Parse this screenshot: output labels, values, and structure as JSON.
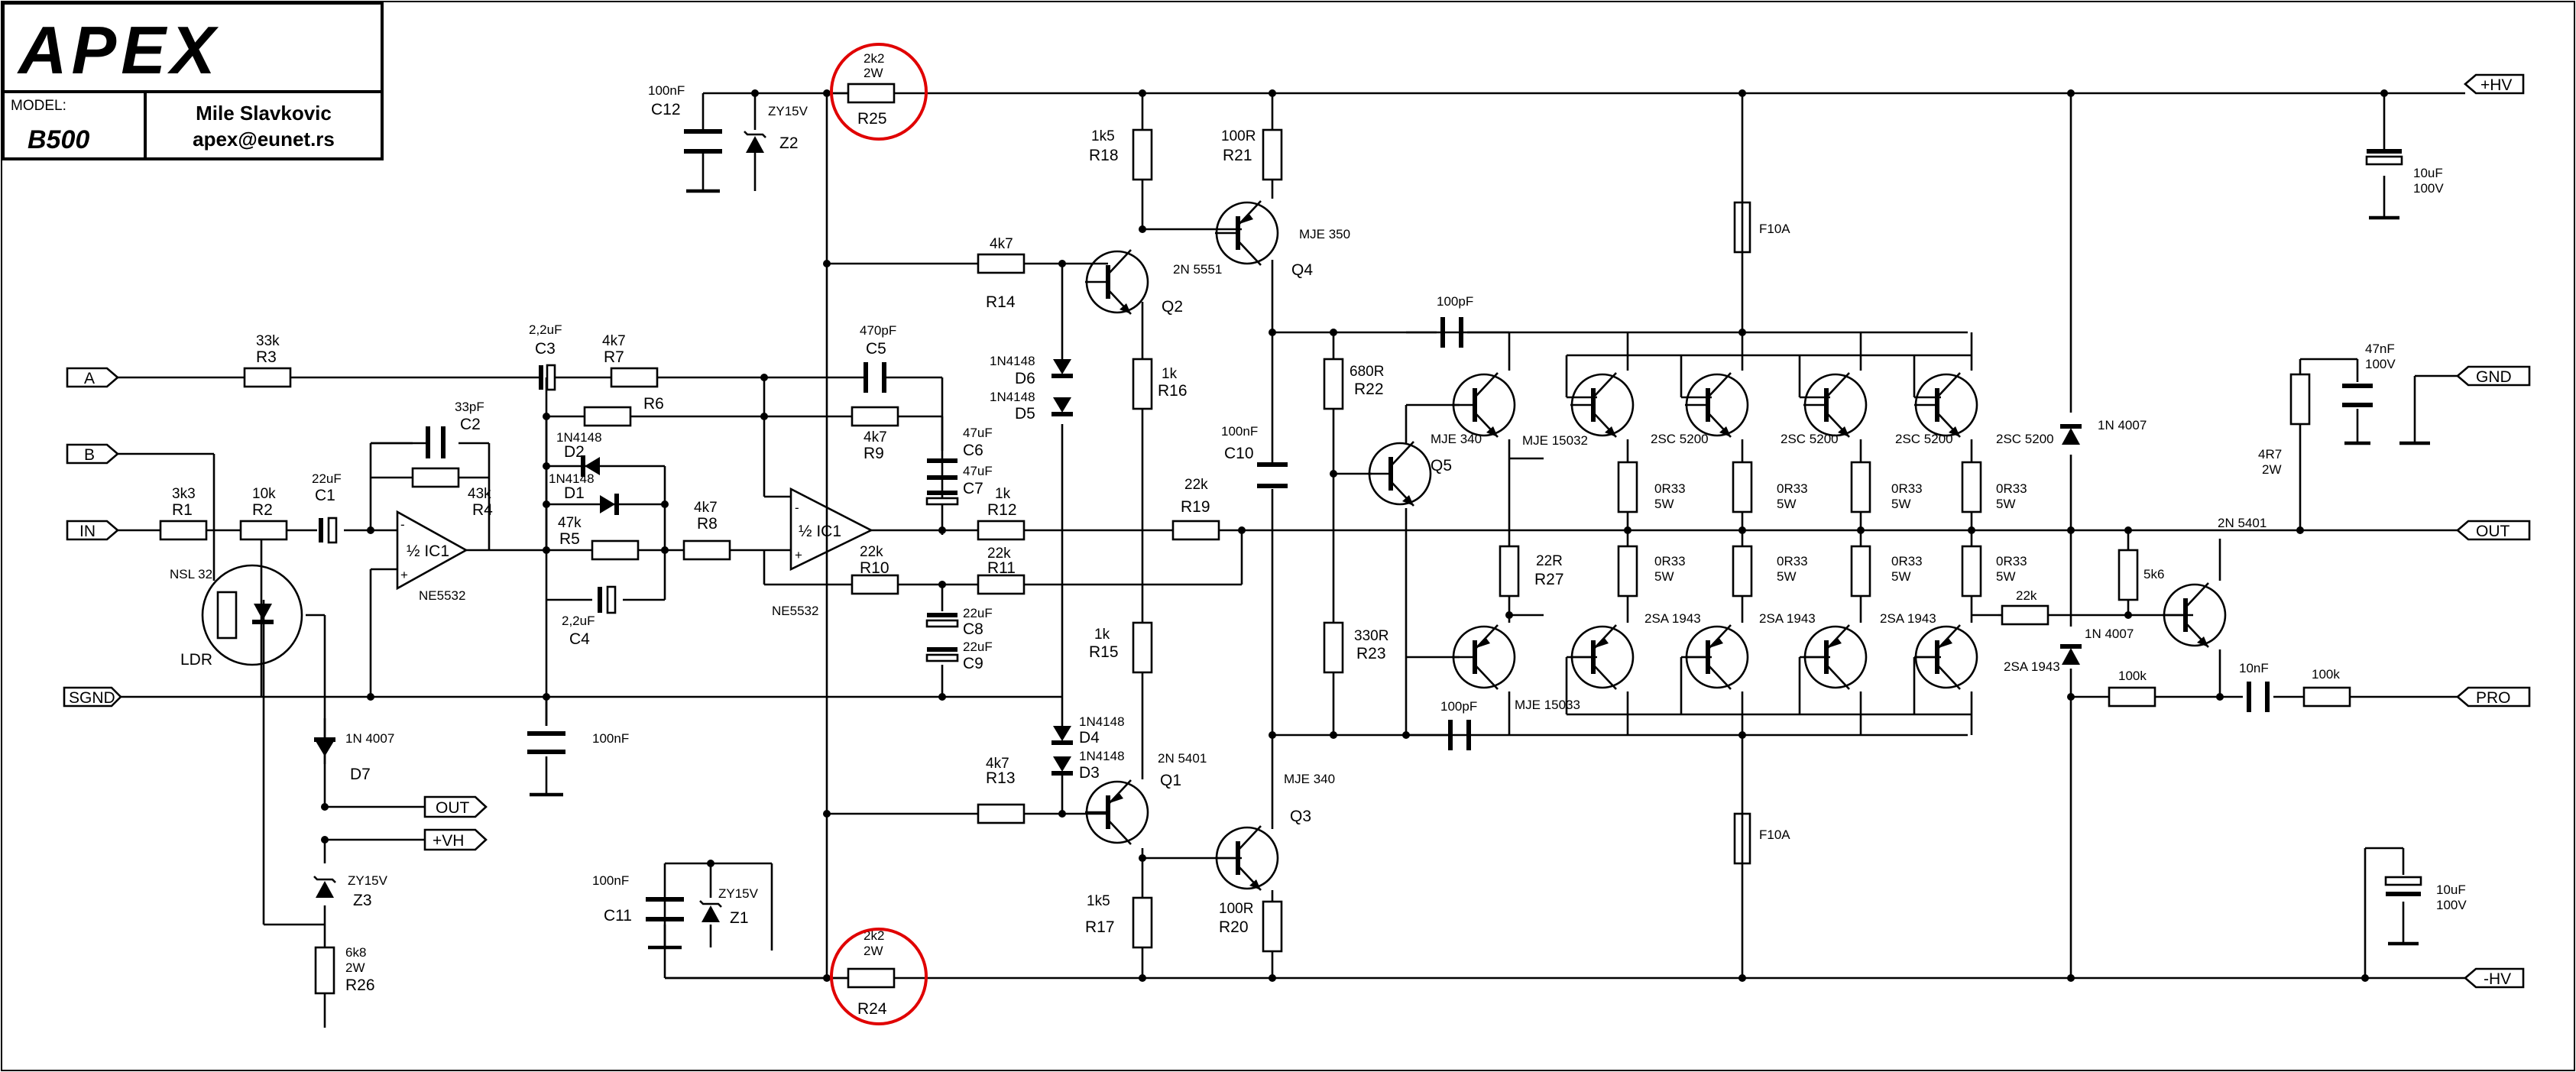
{
  "title_block": {
    "logo": "APEX",
    "model_label": "MODEL:",
    "model": "B500",
    "author": "Mile Slavkovic",
    "email": "apex@eunet.rs"
  },
  "ports": {
    "hv_plus": "+HV",
    "hv_minus": "-HV",
    "gnd": "GND",
    "out": "OUT",
    "pro": "PRO",
    "a": "A",
    "b": "B",
    "in": "IN",
    "sgnd": "SGND",
    "out_aux": "OUT",
    "vh_plus": "+VH"
  },
  "components": {
    "R1": {
      "ref": "R1",
      "value": "3k3"
    },
    "R2": {
      "ref": "R2",
      "value": "10k"
    },
    "R3": {
      "ref": "R3",
      "value": "33k"
    },
    "R4": {
      "ref": "R4",
      "value": "43k"
    },
    "R5": {
      "ref": "R5",
      "value": "47k"
    },
    "R6": {
      "ref": "R6",
      "value": ""
    },
    "R7": {
      "ref": "R7",
      "value": "4k7"
    },
    "R8": {
      "ref": "R8",
      "value": "4k7"
    },
    "R9": {
      "ref": "R9",
      "value": "4k7"
    },
    "R10": {
      "ref": "R10",
      "value": "22k"
    },
    "R11": {
      "ref": "R11",
      "value": "22k"
    },
    "R12": {
      "ref": "R12",
      "value": "1k"
    },
    "R13": {
      "ref": "R13",
      "value": "4k7"
    },
    "R14": {
      "ref": "R14",
      "value": "4k7"
    },
    "R15": {
      "ref": "R15",
      "value": "1k"
    },
    "R16": {
      "ref": "R16",
      "value": "1k"
    },
    "R17": {
      "ref": "R17",
      "value": "1k5"
    },
    "R18": {
      "ref": "R18",
      "value": "1k5"
    },
    "R19": {
      "ref": "R19",
      "value": "22k"
    },
    "R20": {
      "ref": "R20",
      "value": "100R"
    },
    "R21": {
      "ref": "R21",
      "value": "100R"
    },
    "R22": {
      "ref": "R22",
      "value": "680R"
    },
    "R23": {
      "ref": "R23",
      "value": "330R"
    },
    "R24": {
      "ref": "R24",
      "value": "2k2",
      "power": "2W"
    },
    "R25": {
      "ref": "R25",
      "value": "2k2",
      "power": "2W"
    },
    "R26": {
      "ref": "R26",
      "value": "6k8",
      "power": "2W"
    },
    "R27": {
      "ref": "R27",
      "value": "22R"
    },
    "R_zobel": {
      "value": "4R7",
      "power": "2W"
    },
    "R_5k6": {
      "value": "5k6"
    },
    "R_22k_prot": {
      "value": "22k"
    },
    "R_100k_a": {
      "value": "100k"
    },
    "R_100k_b": {
      "value": "100k"
    },
    "R_emitter": {
      "value": "0R33",
      "power": "5W"
    },
    "C1": {
      "ref": "C1",
      "value": "22uF"
    },
    "C2": {
      "ref": "C2",
      "value": "33pF"
    },
    "C3": {
      "ref": "C3",
      "value": "2,2uF"
    },
    "C4": {
      "ref": "C4",
      "value": "2,2uF"
    },
    "C5": {
      "ref": "C5",
      "value": "470pF"
    },
    "C6": {
      "ref": "C6",
      "value": "47uF"
    },
    "C7": {
      "ref": "C7",
      "value": "47uF"
    },
    "C8": {
      "ref": "C8",
      "value": "22uF"
    },
    "C9": {
      "ref": "C9",
      "value": "22uF"
    },
    "C10": {
      "ref": "C10",
      "value": "100nF"
    },
    "C11": {
      "ref": "C11",
      "value": "100nF"
    },
    "C12": {
      "ref": "C12",
      "value": "100nF"
    },
    "C_dec": {
      "value": "100nF"
    },
    "C_100pF_a": {
      "value": "100pF"
    },
    "C_100pF_b": {
      "value": "100pF"
    },
    "C_zobel": {
      "value": "47nF",
      "voltage": "100V"
    },
    "C_bulk_p": {
      "value": "10uF",
      "voltage": "100V"
    },
    "C_bulk_n": {
      "value": "10uF",
      "voltage": "100V"
    },
    "C_10nF": {
      "value": "10nF"
    },
    "D1": {
      "ref": "D1",
      "part": "1N4148"
    },
    "D2": {
      "ref": "D2",
      "part": "1N4148"
    },
    "D3": {
      "ref": "D3",
      "part": "1N4148"
    },
    "D4": {
      "ref": "D4",
      "part": "1N4148"
    },
    "D5": {
      "ref": "D5",
      "part": "1N4148"
    },
    "D6": {
      "ref": "D6",
      "part": "1N4148"
    },
    "D7": {
      "ref": "D7",
      "part": "1N 4007"
    },
    "D_1n4007_a": {
      "part": "1N 4007"
    },
    "D_1n4007_b": {
      "part": "1N 4007"
    },
    "Z1": {
      "ref": "Z1",
      "part": "ZY15V"
    },
    "Z2": {
      "ref": "Z2",
      "part": "ZY15V"
    },
    "Z3": {
      "ref": "Z3",
      "part": "ZY15V"
    },
    "Q1": {
      "ref": "Q1",
      "part": "2N 5401"
    },
    "Q2": {
      "ref": "Q2",
      "part": "2N 5551"
    },
    "Q3": {
      "ref": "Q3",
      "part": "MJE 340"
    },
    "Q4": {
      "ref": "Q4",
      "part": "MJE 350"
    },
    "Q5": {
      "ref": "Q5",
      "part": "MJE 340"
    },
    "Q_drv_n": {
      "part": "MJE 15032"
    },
    "Q_drv_p": {
      "part": "MJE 15033"
    },
    "Q_out_n": {
      "part": "2SC 5200"
    },
    "Q_out_p": {
      "part": "2SA 1943"
    },
    "Q_prot": {
      "part": "2N 5401"
    },
    "IC1A": {
      "ref": "½ IC1",
      "part": "NE5532"
    },
    "IC1B": {
      "ref": "½ IC1",
      "part": "NE5532"
    },
    "LDR": {
      "ref": "LDR",
      "part": "NSL 32"
    },
    "F1": {
      "part": "F10A"
    },
    "F2": {
      "part": "F10A"
    }
  }
}
